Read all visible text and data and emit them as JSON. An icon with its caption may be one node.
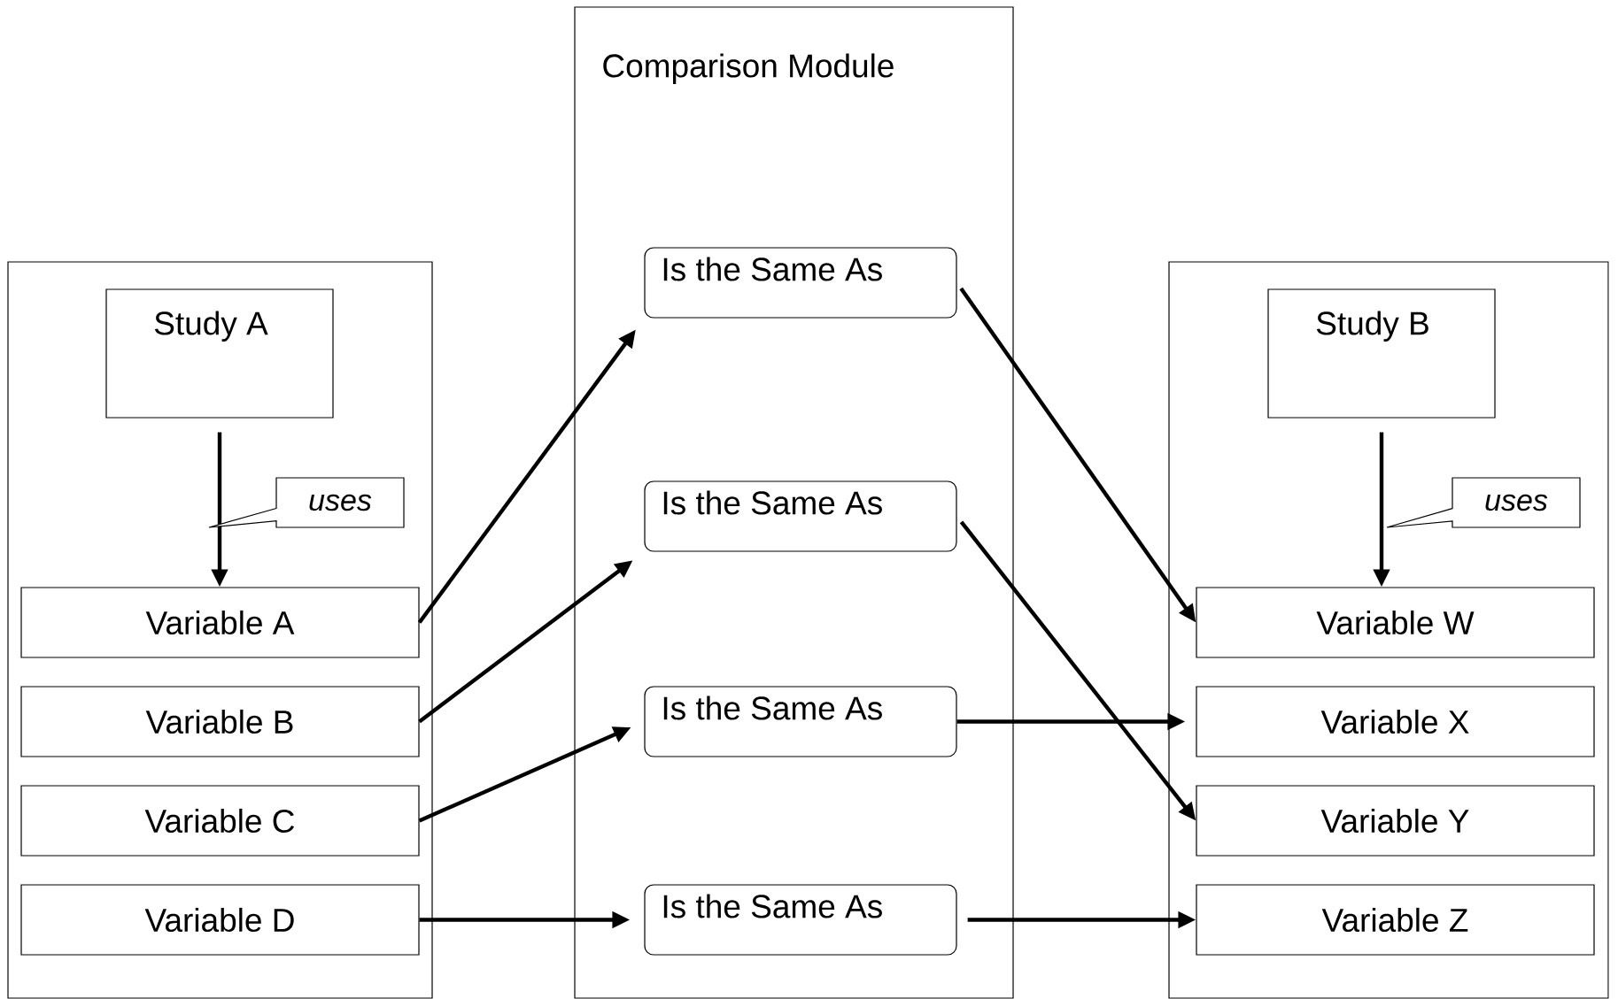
{
  "diagram": {
    "nodes": [
      {
        "text": [],
        "shape": "box"
      },
      {
        "text": [
          "Study A"
        ],
        "in": 0
      },
      {
        "text": [
          "Variable A"
        ],
        "in": 0
      },
      {
        "text": [
          "Variable B"
        ],
        "in": 0
      },
      {
        "text": [
          "Variable C"
        ],
        "in": 0
      },
      {
        "text": [
          "Variable D"
        ],
        "in": 0
      },
      {
        "text": [
          "Comparison Module"
        ]
      },
      {
        "text": [
          "Is the Same As"
        ],
        "in": 6
      },
      {
        "text": [
          "Is the Same As"
        ],
        "in": 6
      },
      {
        "text": [
          "Is the Same As"
        ],
        "in": 6
      },
      {
        "text": [
          "Is the Same As"
        ],
        "in": 6
      },
      {
        "text": [],
        "shape": "box"
      },
      {
        "text": [
          "Study B"
        ],
        "in": 11
      },
      {
        "text": [
          "Variable W"
        ],
        "in": 11
      },
      {
        "text": [
          "Variable X"
        ],
        "in": 11
      },
      {
        "text": [
          "Variable Y"
        ],
        "in": 11
      },
      {
        "text": [
          "Variable Z"
        ],
        "in": 11
      }
    ],
    "edges": [
      {
        "from": 1,
        "to": 2,
        "arrow": "to",
        "label": "uses"
      },
      {
        "from": 12,
        "to": 13,
        "arrow": "to",
        "label": "uses"
      },
      {
        "from": 2,
        "to": 7,
        "arrow": "to"
      },
      {
        "from": 3,
        "to": 8,
        "arrow": "to"
      },
      {
        "from": 4,
        "to": 9,
        "arrow": "to"
      },
      {
        "from": 5,
        "to": 10,
        "arrow": "to"
      },
      {
        "from": 7,
        "to": 13,
        "arrow": "to"
      },
      {
        "from": 8,
        "to": 15,
        "arrow": "to"
      },
      {
        "from": 9,
        "to": 14,
        "arrow": "to"
      },
      {
        "from": 10,
        "to": 16,
        "arrow": "to"
      }
    ]
  }
}
